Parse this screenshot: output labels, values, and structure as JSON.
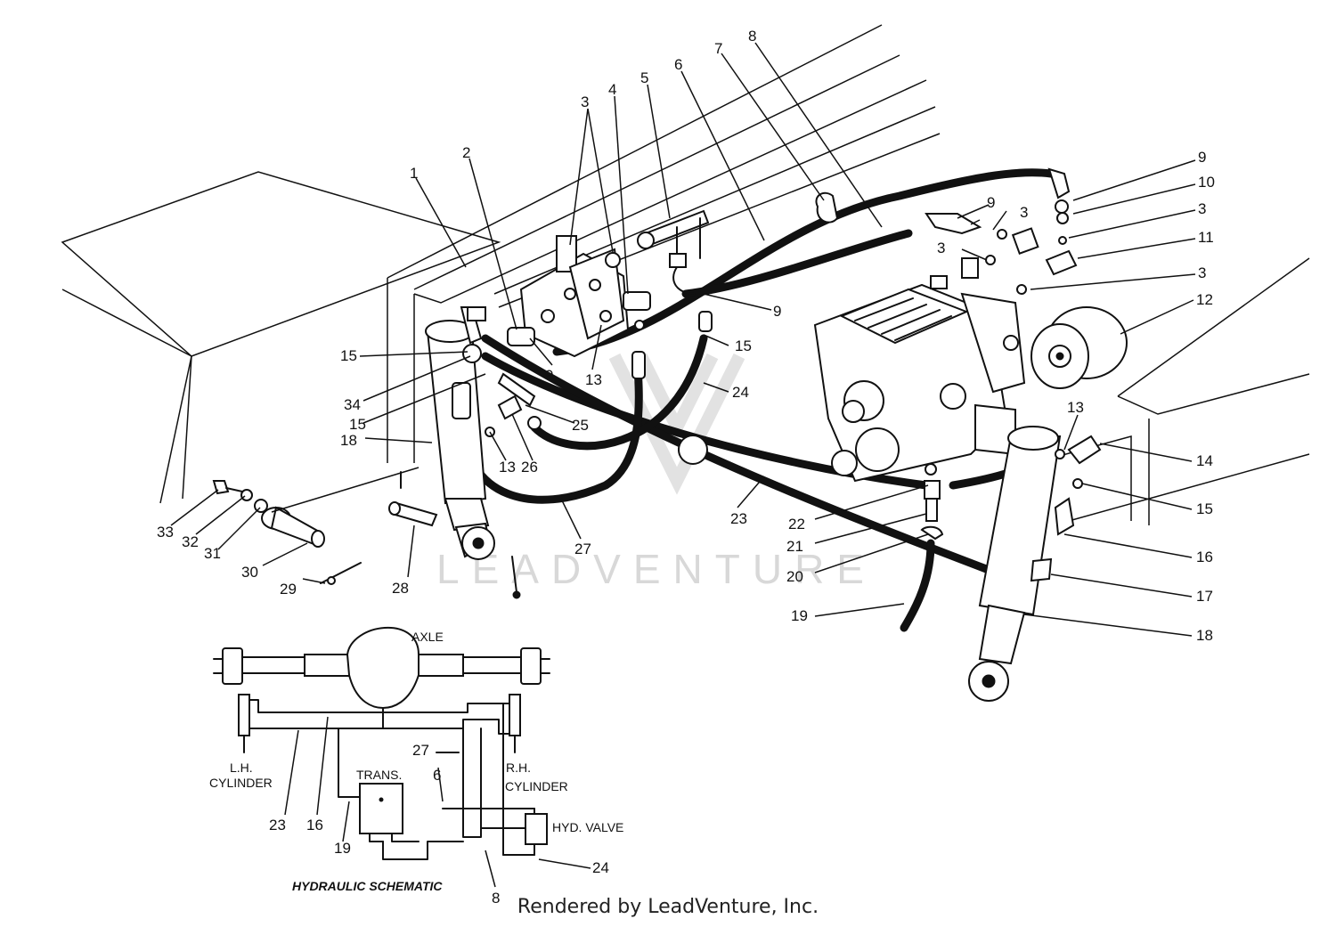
{
  "watermark": "LEADVENTURE",
  "credit": "Rendered by LeadVenture, Inc.",
  "callouts": [
    "1",
    "2",
    "3",
    "4",
    "5",
    "6",
    "7",
    "8",
    "9",
    "10",
    "11",
    "12",
    "13",
    "14",
    "15",
    "16",
    "17",
    "18",
    "19",
    "20",
    "21",
    "22",
    "23",
    "24",
    "25",
    "26",
    "27",
    "28",
    "29",
    "30",
    "31",
    "32",
    "33",
    "34"
  ],
  "schematic": {
    "title": "HYDRAULIC SCHEMATIC",
    "axle": "AXLE",
    "lh_cylinder_1": "L.H.",
    "lh_cylinder_2": "CYLINDER",
    "rh_cylinder_1": "R.H.",
    "rh_cylinder_2": "CYLINDER",
    "trans": "TRANS.",
    "hyd_valve": "HYD. VALVE",
    "refs": [
      "23",
      "16",
      "19",
      "8",
      "6",
      "27",
      "24"
    ]
  }
}
